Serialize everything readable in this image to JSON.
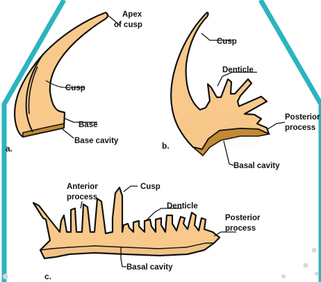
{
  "colors": {
    "frame": "#2bb5bf",
    "tooth_fill": "#f9c98c",
    "cavity_fill": "#c48a34",
    "outline": "#111111",
    "dots": "#d8d8d8"
  },
  "panels": {
    "a": {
      "tag": "a.",
      "labels": {
        "apex_line1": "Apex",
        "apex_line2": "of cusp",
        "cusp": "Cusp",
        "base": "Base",
        "base_cavity": "Base cavity"
      }
    },
    "b": {
      "tag": "b.",
      "labels": {
        "cusp": "Cusp",
        "denticle": "Denticle",
        "posterior_line1": "Posterior",
        "posterior_line2": "process",
        "basal_cavity": "Basal cavity"
      }
    },
    "c": {
      "tag": "c.",
      "labels": {
        "anterior_line1": "Anterior",
        "anterior_line2": "process",
        "cusp": "Cusp",
        "denticle": "Denticle",
        "posterior_line1": "Posterior",
        "posterior_line2": "process",
        "basal_cavity": "Basal cavity"
      }
    }
  }
}
